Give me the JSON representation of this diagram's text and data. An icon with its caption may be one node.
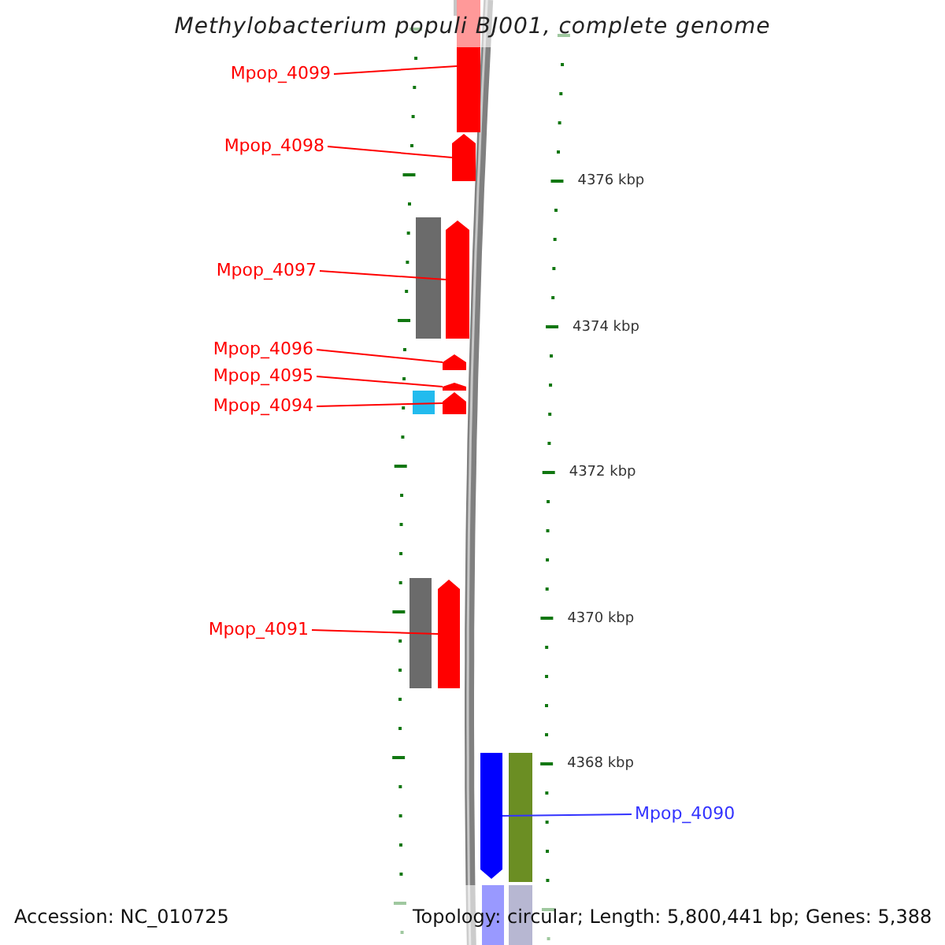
{
  "diagram": {
    "title": "Methylobacterium populi BJ001, complete genome",
    "nodes": [
      {
        "text": [
          "Mpop_4099"
        ]
      },
      {
        "text": [
          "Mpop_4098"
        ]
      },
      {
        "text": [
          "Mpop_4097"
        ]
      },
      {
        "text": [
          "Mpop_4096"
        ]
      },
      {
        "text": [
          "Mpop_4095"
        ]
      },
      {
        "text": [
          "Mpop_4094"
        ]
      },
      {
        "text": [
          "Mpop_4091"
        ]
      },
      {
        "text": [
          "Mpop_4090"
        ]
      },
      {
        "text": [],
        "shape": "bar"
      },
      {
        "text": [],
        "shape": "arrow"
      },
      {
        "text": [],
        "shape": "arrow"
      },
      {
        "text": [],
        "shape": "arrow"
      },
      {
        "text": [],
        "shape": "arrow"
      },
      {
        "text": [],
        "shape": "arrow"
      },
      {
        "text": [],
        "shape": "arrow"
      },
      {
        "text": [],
        "shape": "arrow"
      }
    ],
    "edges": [
      {
        "from": 0,
        "to": 8,
        "arrow": "none"
      },
      {
        "from": 1,
        "to": 9,
        "arrow": "none"
      },
      {
        "from": 2,
        "to": 10,
        "arrow": "none"
      },
      {
        "from": 3,
        "to": 11,
        "arrow": "none"
      },
      {
        "from": 4,
        "to": 12,
        "arrow": "none"
      },
      {
        "from": 5,
        "to": 13,
        "arrow": "none"
      },
      {
        "from": 6,
        "to": 14,
        "arrow": "none"
      },
      {
        "from": 7,
        "to": 15,
        "arrow": "none",
        "color": "#3333ff"
      }
    ],
    "labels": [
      "4376 kbp",
      "4374 kbp",
      "4372 kbp",
      "4370 kbp",
      "4368 kbp",
      "Accession: NC_010725",
      "Topology: circular; Length: 5,800,441 bp; Genes: 5,388"
    ]
  }
}
